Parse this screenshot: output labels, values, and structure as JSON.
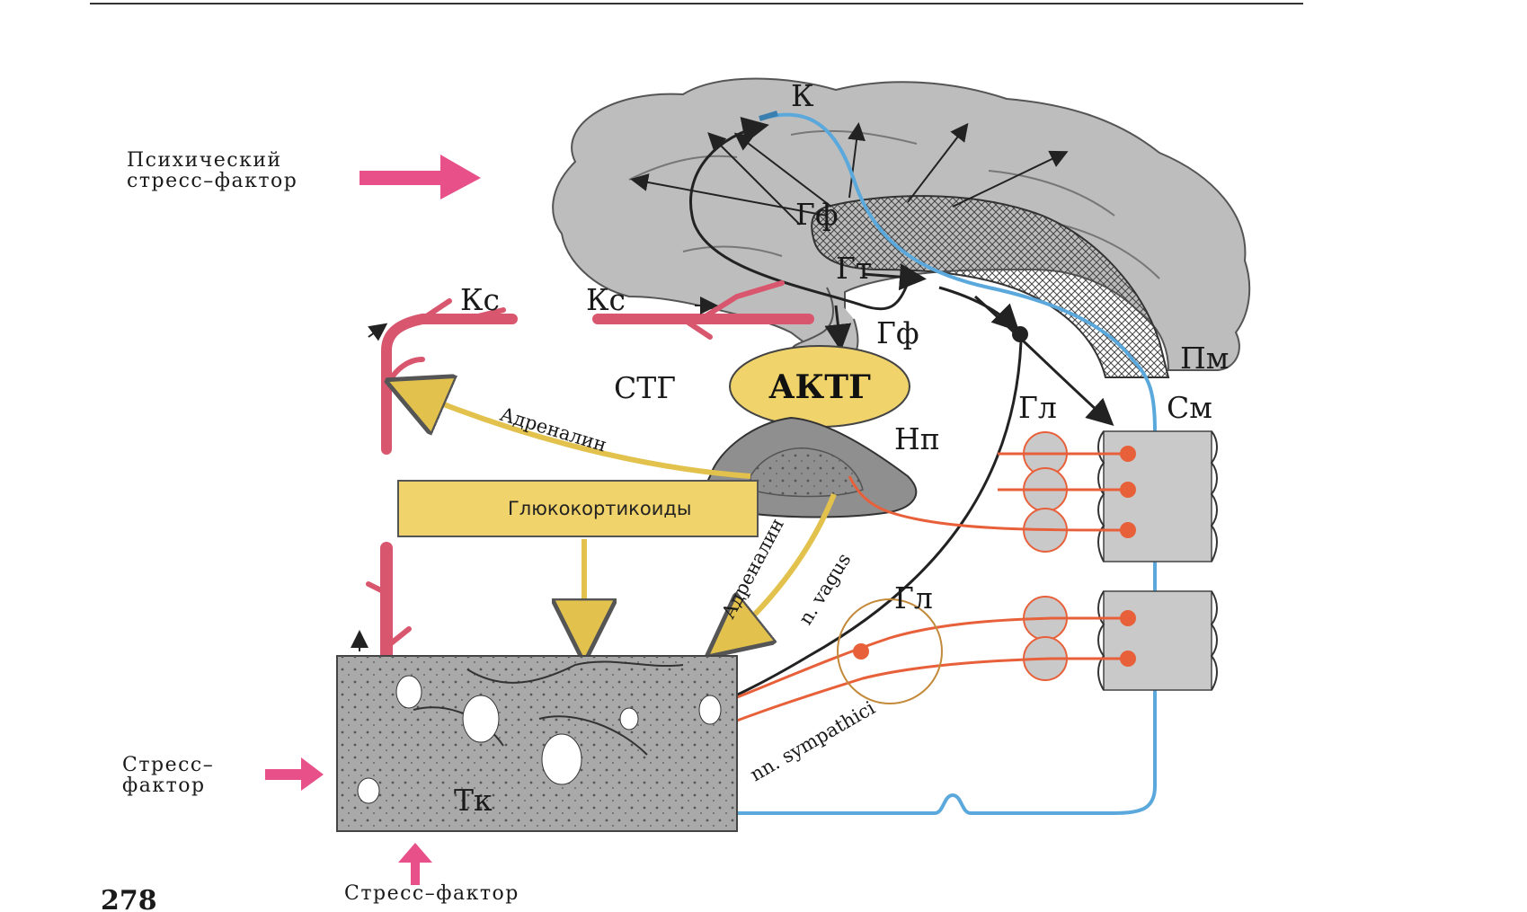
{
  "labels": {
    "cortex": "К",
    "hippocampus_top": "Гф",
    "hypothalamus": "Гт",
    "pituitary": "Гф",
    "spinal_top": "Пм",
    "vessel_left": "Кс",
    "vessel_right": "Кс",
    "stg": "СТГ",
    "aktg": "АКТГ",
    "adrenal": "Нп",
    "ganglion_top": "Гл",
    "ganglion_bottom": "Гл",
    "spinal_cord": "См",
    "tissue": "Тк",
    "page_number": "278"
  },
  "texts": {
    "psych_stress_line1": "Психический",
    "psych_stress_line2": "стресс–фактор",
    "stress_left_line1": "Стресс–",
    "stress_left_line2": "фактор",
    "stress_bottom": "Стресс–фактор",
    "adrenaline_left": "Адреналин",
    "adrenaline_down": "Адреналин",
    "vagus": "n. vagus",
    "sympathici": "nn. sympathici",
    "glucocorticoids": "Глюкокортикоиды"
  },
  "colors": {
    "brain": "#bdbdbd",
    "vessel": "#d9576e",
    "hormone_yellow": "#f0d36a",
    "stress_arrow": "#e8508a",
    "nerve_orange": "#e8603a",
    "afferent_blue": "#5aa8dc"
  }
}
